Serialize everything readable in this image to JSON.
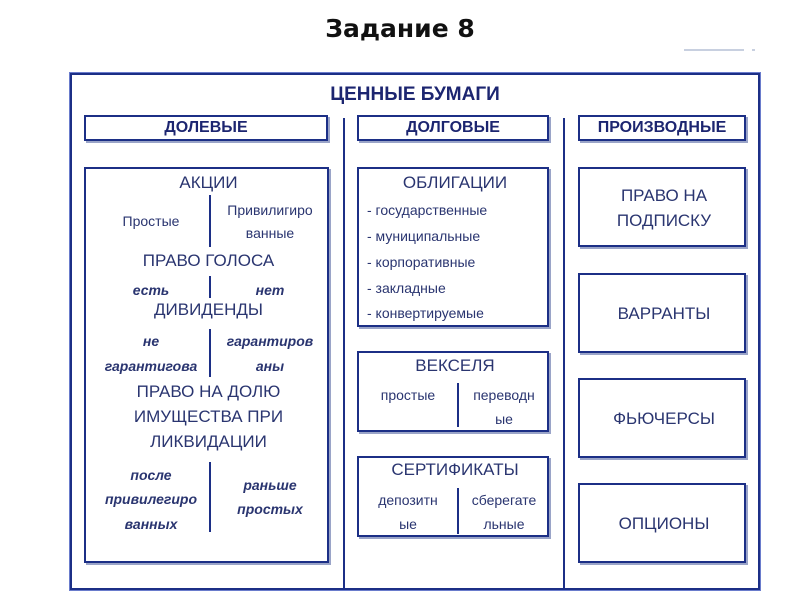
{
  "slide": {
    "title": "Задание 8"
  },
  "diagram": {
    "title": "ЦЕННЫЕ БУМАГИ",
    "columns": {
      "equity": {
        "header": "ДОЛЕВЫЕ",
        "stocks_title": "АКЦИИ",
        "stocks_type_left": "Простые",
        "stocks_type_right_1": "Привилигиро",
        "stocks_type_right_2": "ванные",
        "vote_title": "ПРАВО ГОЛОСА",
        "vote_left": "есть",
        "vote_right": "нет",
        "dividends_title": "ДИВИДЕНДЫ",
        "div_left_1": "не",
        "div_left_2": "гарантигова",
        "div_right_1": "гарантиров",
        "div_right_2": "аны",
        "property_1": "ПРАВО НА ДОЛЮ",
        "property_2": "ИМУЩЕСТВА ПРИ",
        "property_3": "ЛИКВИДАЦИИ",
        "liq_left_1": "после",
        "liq_left_2": "привилегиро",
        "liq_left_3": "ванных",
        "liq_right_1": "раньше",
        "liq_right_2": "простых"
      },
      "debt": {
        "header": "ДОЛГОВЫЕ",
        "bonds_title": "ОБЛИГАЦИИ",
        "bonds": [
          "- государственные",
          "- муниципальные",
          "- корпоративные",
          "- закладные",
          "- конвертируемые"
        ],
        "bills_title": "ВЕКСЕЛЯ",
        "bills_left": "простые",
        "bills_right_1": "переводн",
        "bills_right_2": "ые",
        "certs_title": "СЕРТИФИКАТЫ",
        "certs_left_1": "депозитн",
        "certs_left_2": "ые",
        "certs_right_1": "сберегате",
        "certs_right_2": "льные"
      },
      "derivatives": {
        "header": "ПРОИЗВОДНЫЕ",
        "items": [
          "ПРАВО НА",
          "ПОДПИСКУ",
          "ВАРРАНТЫ",
          "ФЬЮЧЕРСЫ",
          "ОПЦИОНЫ"
        ]
      }
    }
  },
  "colors": {
    "border": "#1c2f86",
    "text": "#2a3570",
    "shadow": "#9aa4c8"
  }
}
